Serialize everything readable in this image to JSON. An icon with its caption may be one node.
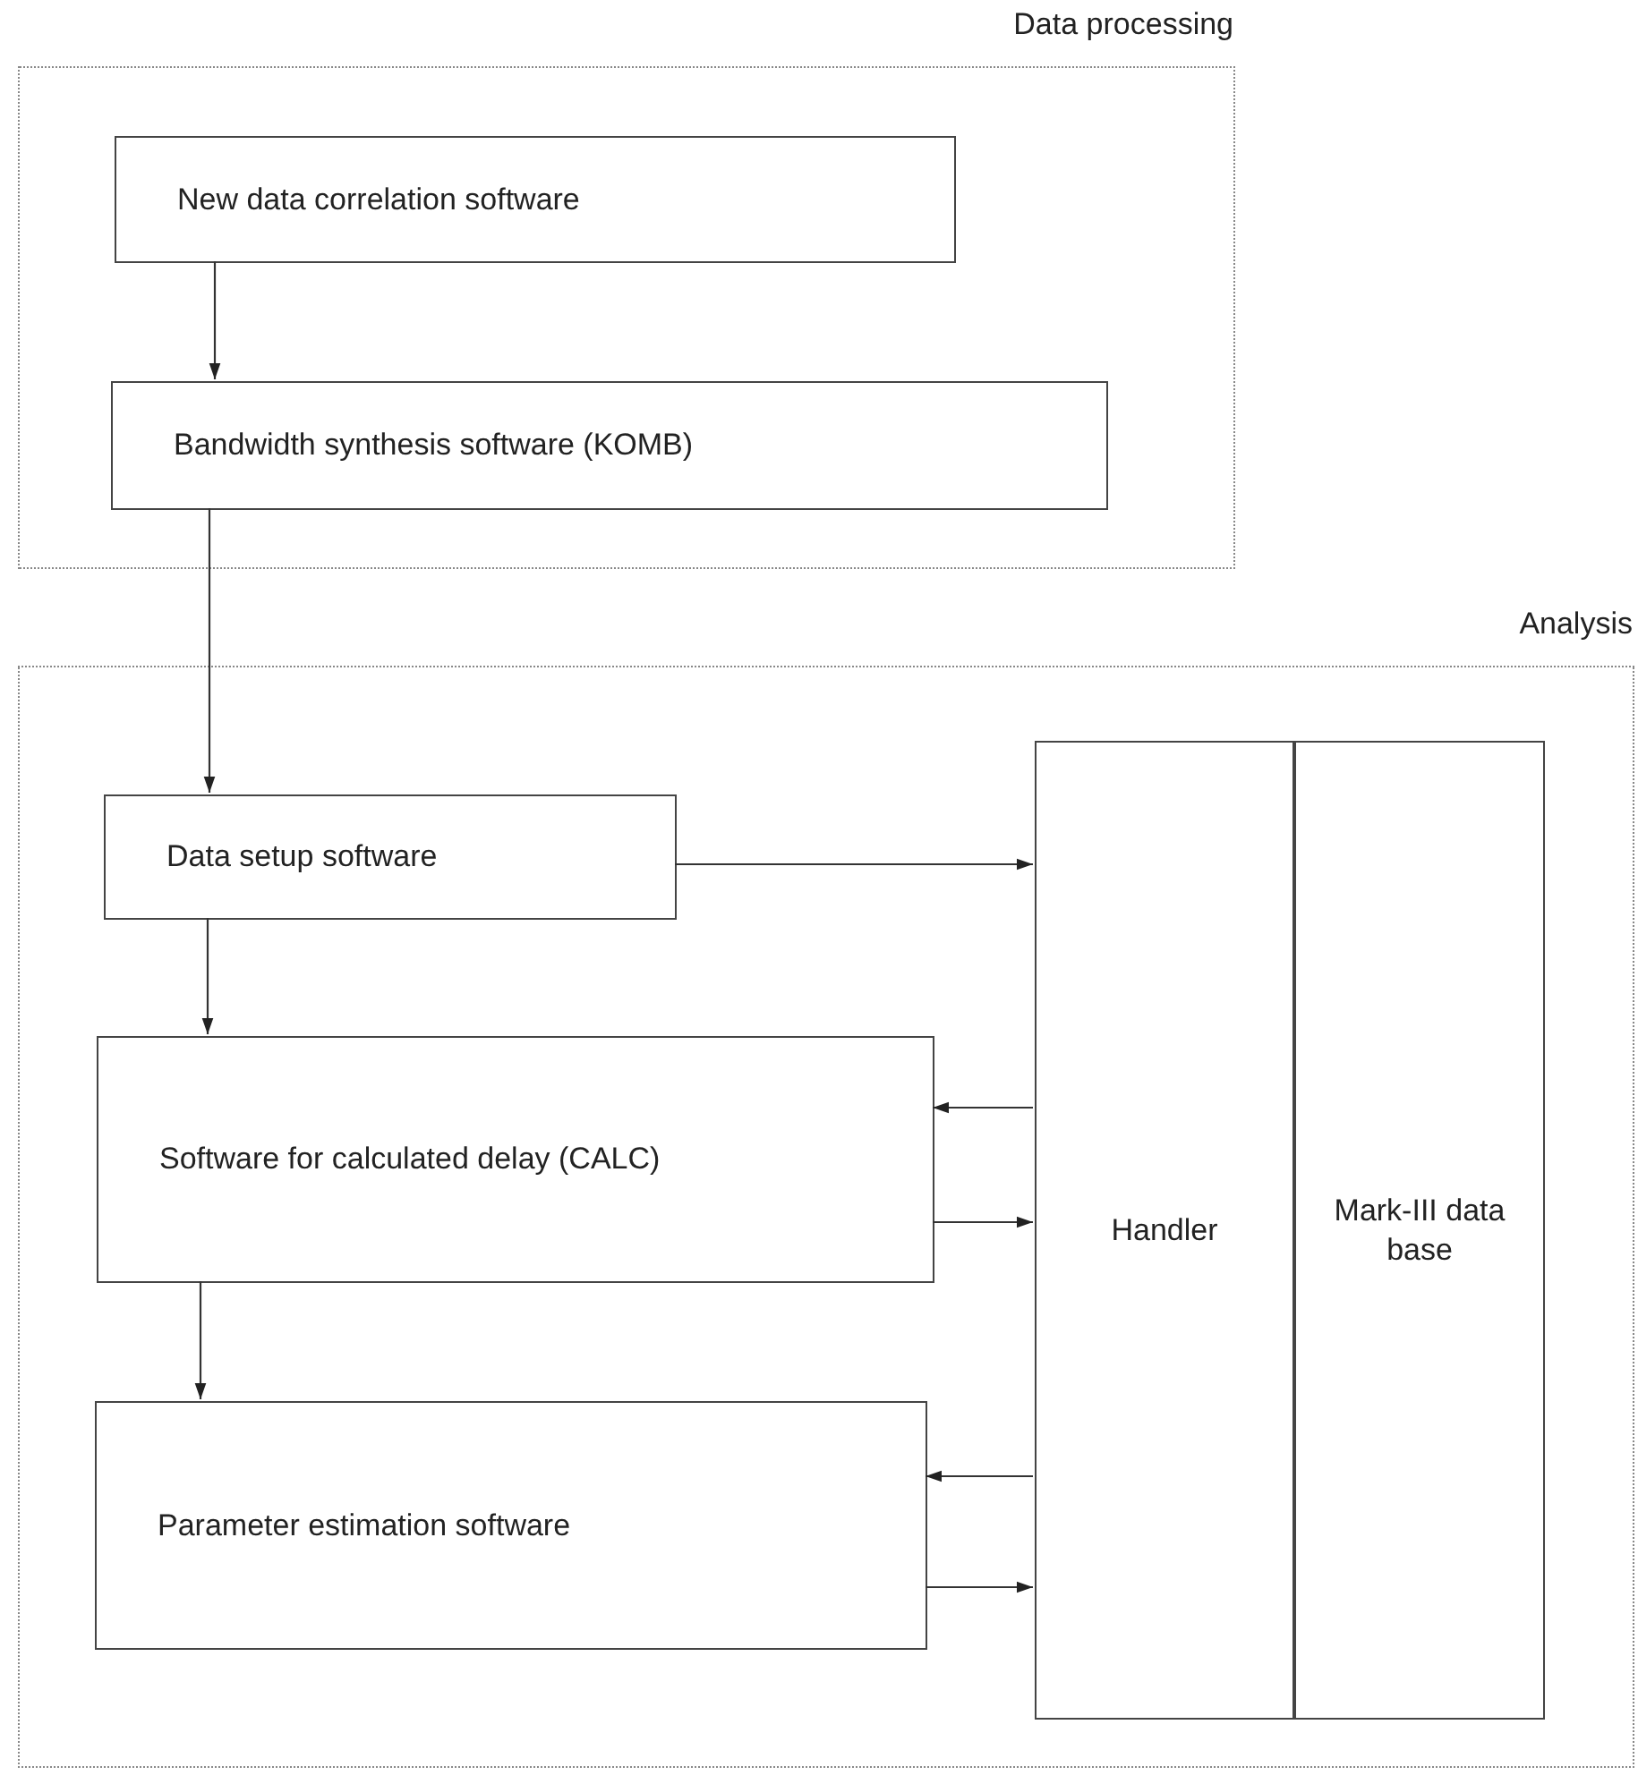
{
  "diagram": {
    "nodes": [
      {
        "text": [
          "Data processing"
        ]
      },
      {
        "text": [
          "New data correlation software"
        ],
        "in": 0
      },
      {
        "text": [
          "Bandwidth synthesis software (KOMB)"
        ],
        "in": 0
      },
      {
        "text": [
          "Analysis"
        ]
      },
      {
        "text": [
          "Data setup software"
        ],
        "in": 3
      },
      {
        "text": [
          "Software for calculated delay (CALC)"
        ],
        "in": 3
      },
      {
        "text": [
          "Parameter estimation software"
        ],
        "in": 3
      },
      {
        "text": [
          "Handler"
        ],
        "in": 3
      },
      {
        "text": [
          "Mark-III data base"
        ],
        "in": 3
      }
    ],
    "edges": [
      {
        "from": 1,
        "to": 2,
        "arrow": "to"
      },
      {
        "from": 2,
        "to": 4,
        "arrow": "to"
      },
      {
        "from": 4,
        "to": 7,
        "arrow": "to"
      },
      {
        "from": 4,
        "to": 5,
        "arrow": "to"
      },
      {
        "from": 7,
        "to": 5,
        "arrow": "to"
      },
      {
        "from": 5,
        "to": 7,
        "arrow": "to"
      },
      {
        "from": 5,
        "to": 6,
        "arrow": "to"
      },
      {
        "from": 7,
        "to": 6,
        "arrow": "to"
      },
      {
        "from": 6,
        "to": 7,
        "arrow": "to"
      }
    ]
  }
}
